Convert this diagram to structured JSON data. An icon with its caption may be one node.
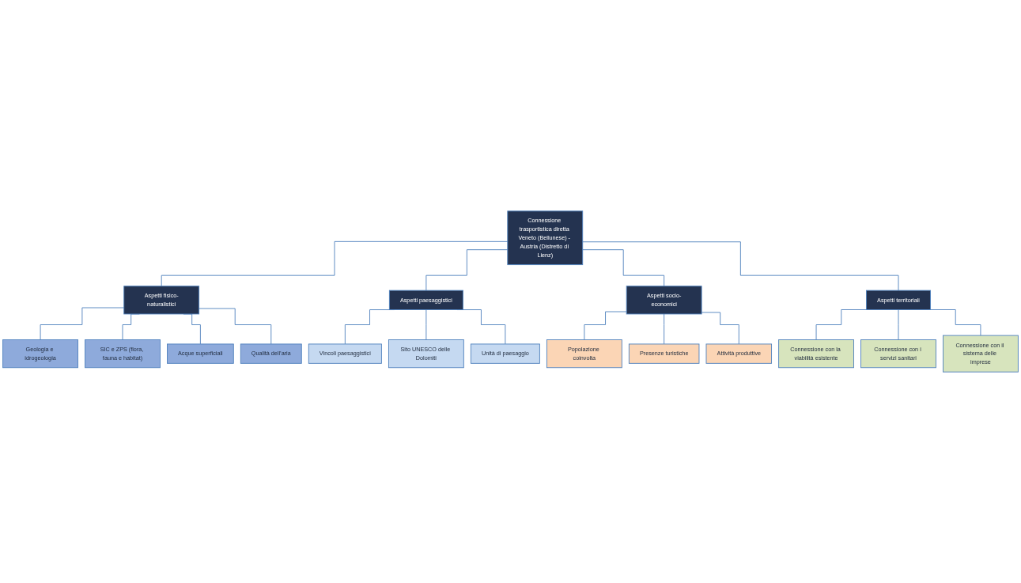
{
  "diagram": {
    "nodes": [
      {
        "text": [
          "Connessione trasportistica diretta Veneto (Bellunese) - Austria (Distretto di Lienz)"
        ]
      },
      {
        "text": [
          "Aspetti fisico-naturalistici"
        ]
      },
      {
        "text": [
          "Aspetti paesaggistici"
        ]
      },
      {
        "text": [
          "Aspetti socio-economici"
        ]
      },
      {
        "text": [
          "Aspetti territoriali"
        ]
      },
      {
        "text": [
          "Geologia e idrogeologia"
        ]
      },
      {
        "text": [
          "SIC e ZPS (flora, fauna e habitat)"
        ]
      },
      {
        "text": [
          "Acque superficiali"
        ]
      },
      {
        "text": [
          "Qualità dell’aria"
        ]
      },
      {
        "text": [
          "Vincoli paesaggistici"
        ]
      },
      {
        "text": [
          "Sito UNESCO delle Dolomiti"
        ]
      },
      {
        "text": [
          "Unità di paesaggio"
        ]
      },
      {
        "text": [
          "Popolazione coinvolta"
        ]
      },
      {
        "text": [
          "Presenze turistiche"
        ]
      },
      {
        "text": [
          "Attività produttive"
        ]
      },
      {
        "text": [
          "Connessione con la viabilità esistente"
        ]
      },
      {
        "text": [
          "Connessione con i servizi sanitari"
        ]
      },
      {
        "text": [
          "Connessione con il sistema delle imprese"
        ]
      }
    ],
    "edges": [
      {
        "from": 0,
        "to": 1,
        "arrow": "none"
      },
      {
        "from": 0,
        "to": 2,
        "arrow": "none"
      },
      {
        "from": 0,
        "to": 3,
        "arrow": "none"
      },
      {
        "from": 0,
        "to": 4,
        "arrow": "none"
      },
      {
        "from": 1,
        "to": 5,
        "arrow": "none"
      },
      {
        "from": 1,
        "to": 6,
        "arrow": "none"
      },
      {
        "from": 1,
        "to": 7,
        "arrow": "none"
      },
      {
        "from": 1,
        "to": 8,
        "arrow": "none"
      },
      {
        "from": 2,
        "to": 9,
        "arrow": "none"
      },
      {
        "from": 2,
        "to": 10,
        "arrow": "none"
      },
      {
        "from": 2,
        "to": 11,
        "arrow": "none"
      },
      {
        "from": 3,
        "to": 12,
        "arrow": "none"
      },
      {
        "from": 3,
        "to": 13,
        "arrow": "none"
      },
      {
        "from": 3,
        "to": 14,
        "arrow": "none"
      },
      {
        "from": 4,
        "to": 15,
        "arrow": "none"
      },
      {
        "from": 4,
        "to": 16,
        "arrow": "none"
      },
      {
        "from": 4,
        "to": 17,
        "arrow": "none"
      }
    ]
  }
}
